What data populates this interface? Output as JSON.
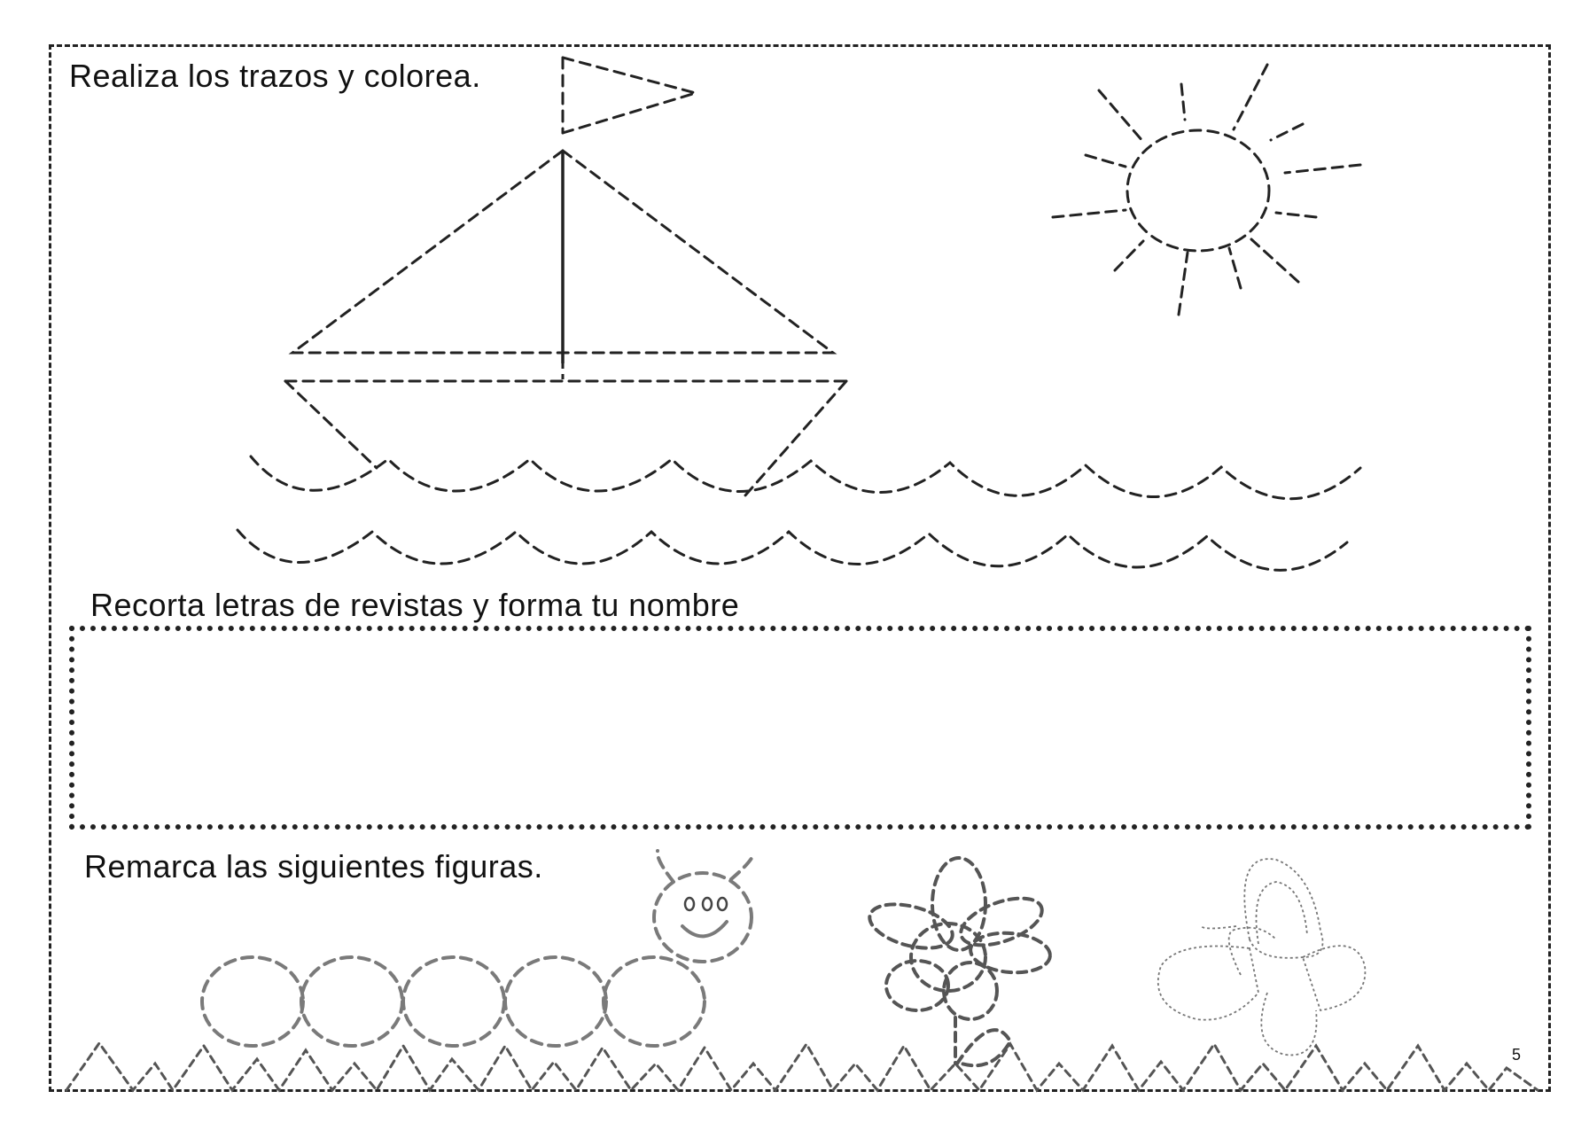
{
  "worksheet": {
    "instruction_trace": "Realiza los trazos y colorea.",
    "instruction_name": "Recorta letras de revistas y forma tu nombre",
    "instruction_outline": "Remarca las siguientes figuras.",
    "page_number": "5"
  },
  "colors": {
    "ink": "#222222",
    "gray_ink": "#7a7a7a"
  }
}
